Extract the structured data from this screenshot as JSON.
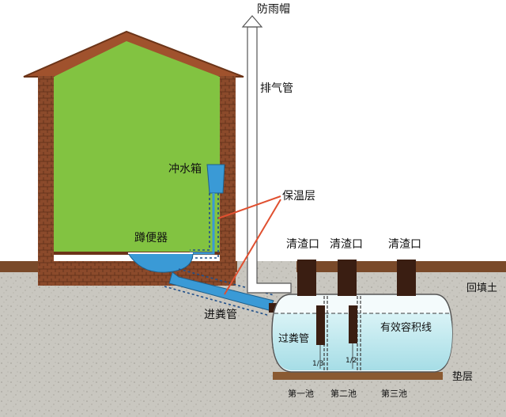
{
  "labels": {
    "rain_cap": "防雨帽",
    "vent_pipe": "排气管",
    "flush_tank": "冲水箱",
    "insulation": "保温层",
    "squat_toilet": "蹲便器",
    "inlet_pipe": "进粪管",
    "transfer_pipe": "过粪管",
    "cleanout_1": "清渣口",
    "cleanout_2": "清渣口",
    "cleanout_3": "清渣口",
    "effective_volume_line": "有效容积线",
    "backfill": "回填土",
    "cushion": "垫层",
    "ratio_1": "1/3",
    "ratio_2": "1/2",
    "chamber_1": "第一池",
    "chamber_2": "第二池",
    "chamber_3": "第三池"
  },
  "colors": {
    "house_fill": "#82c341",
    "brick": "#8b4a2b",
    "roof": "#a0522d",
    "soil": "#c9c7c0",
    "brown_layer": "#7a4a2a",
    "water": "#bfe8ee",
    "pipe_blue": "#3a9ad6",
    "leader_red": "#e05030",
    "cap_dark": "#3a1e12"
  }
}
